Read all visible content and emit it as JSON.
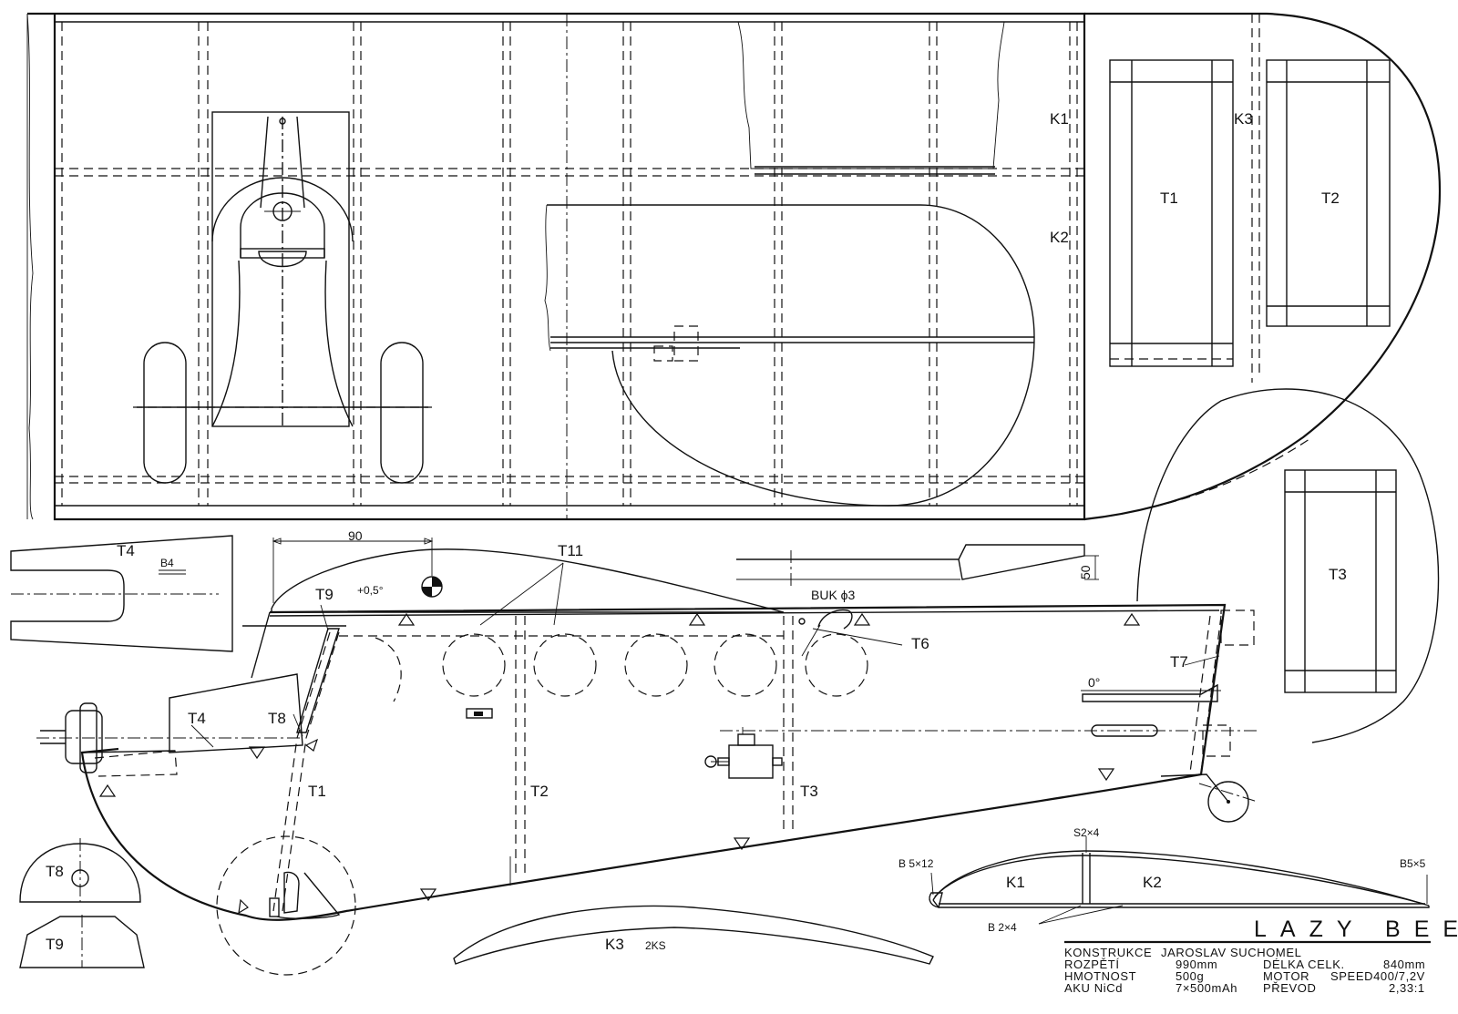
{
  "drawing": {
    "title": "LAZY BEE",
    "specs": {
      "author_label": "KONSTRUKCE",
      "author_value": "JAROSLAV SUCHOMEL",
      "span_label": "ROZPĚTÍ",
      "span_value": "990mm",
      "length_label": "DÉLKA CELK.",
      "length_value": "840mm",
      "weight_label": "HMOTNOST",
      "weight_value": "500g",
      "motor_label": "MOTOR",
      "motor_value": "SPEED400/7,2V",
      "battery_label": "AKU NiCd",
      "battery_value": "7×500mAh",
      "gear_label": "PŘEVOD",
      "gear_value": "2,33:1"
    },
    "labels": {
      "K1": "K1",
      "K2": "K2",
      "K3": "K3",
      "T1": "T1",
      "T2": "T2",
      "T3": "T3",
      "T4": "T4",
      "T6": "T6",
      "T7": "T7",
      "T8": "T8",
      "T9": "T9",
      "T11": "T11",
      "B4": "B4",
      "dim_90": "90",
      "dim_50": "50",
      "incidence": "+0,5°",
      "zero_deg": "0°",
      "buk": "BUK ϕ3",
      "k3_count": "2KS",
      "s2x4": "S2×4",
      "b5x12": "B 5×12",
      "b5x5": "B5×5",
      "b2x4": "B 2×4"
    }
  }
}
